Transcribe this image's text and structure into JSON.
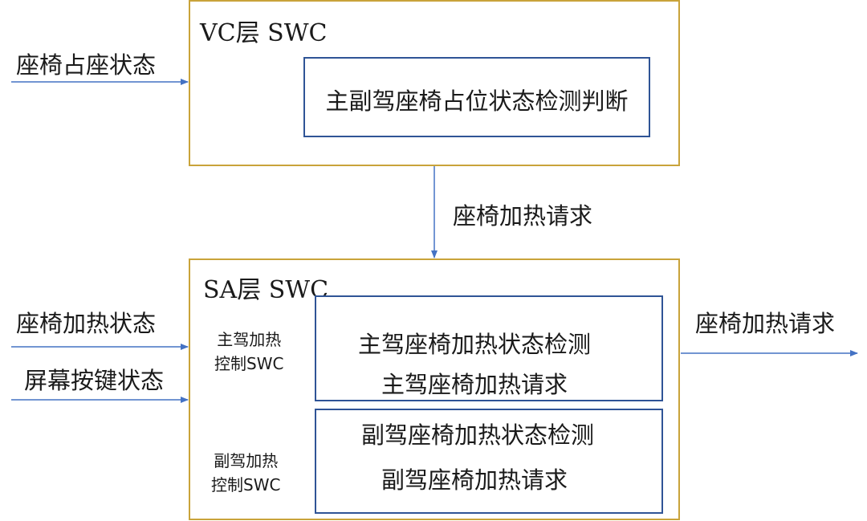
{
  "vc": {
    "title": "VC层 SWC",
    "inner_label": "主副驾座椅占位状态检测判断"
  },
  "sa": {
    "title": "SA层 SWC",
    "main_module": {
      "name_line1": "主驾加热",
      "name_line2": "控制SWC",
      "line1": "主驾座椅加热状态检测",
      "line2": "主驾座椅加热请求"
    },
    "co_module": {
      "name_line1": "副驾加热",
      "name_line2": "控制SWC",
      "line1": "副驾座椅加热状态检测",
      "line2": "副驾座椅加热请求"
    }
  },
  "signals": {
    "vc_input": "座椅占座状态",
    "vc_to_sa": "座椅加热请求",
    "sa_input_1": "座椅加热状态",
    "sa_input_2": "屏幕按键状态",
    "sa_output": "座椅加热请求"
  },
  "colors": {
    "outer_border": "#c9a33a",
    "inner_border": "#2f5496",
    "arrow": "#4472c4"
  }
}
